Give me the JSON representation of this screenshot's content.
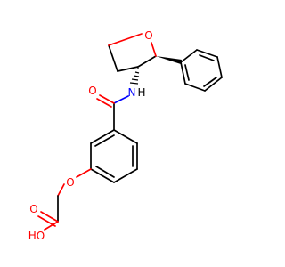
{
  "diagram": {
    "type": "chemical-structure",
    "atoms": {
      "ring_oxygen": "O",
      "amide_oxygen": "O",
      "amide_nitrogen": "N",
      "amide_hydrogen": "H",
      "ether_oxygen": "O",
      "carbonyl_oxygen": "O",
      "hydroxyl": "HO"
    },
    "colors": {
      "bond": "#000000",
      "oxygen": "#ff0000",
      "nitrogen": "#0000ff"
    }
  }
}
